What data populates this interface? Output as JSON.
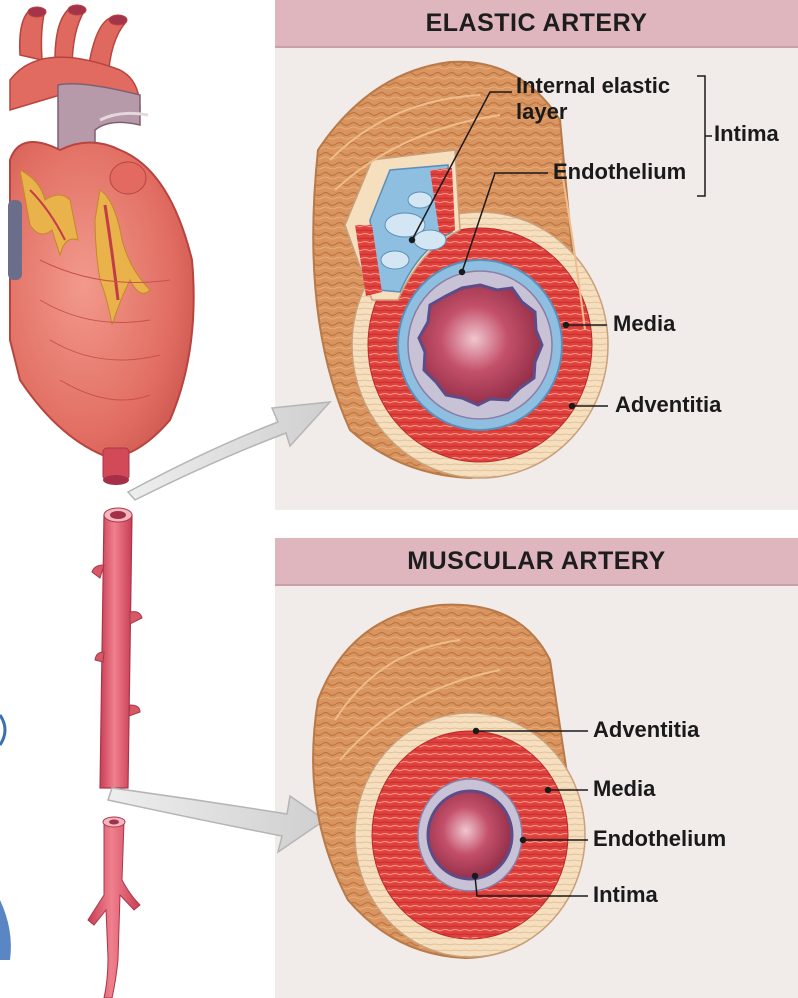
{
  "elastic_panel": {
    "title": "ELASTIC ARTERY",
    "labels": {
      "internal_elastic_line1": "Internal elastic",
      "internal_elastic_line2": "layer",
      "intima": "Intima",
      "endothelium": "Endothelium",
      "media": "Media",
      "adventitia": "Adventitia"
    }
  },
  "muscular_panel": {
    "title": "MUSCULAR ARTERY",
    "labels": {
      "adventitia": "Adventitia",
      "media": "Media",
      "endothelium": "Endothelium",
      "intima": "Intima"
    }
  },
  "colors": {
    "panel_bg": "#f1ebe9",
    "title_bar": "#dfb5be",
    "vessel_outer": "#d9945f",
    "media_red": "#e2403c",
    "endothelium_blue": "#8fbfe0",
    "lumen": "#b7415a",
    "heart": "#e4685f"
  }
}
